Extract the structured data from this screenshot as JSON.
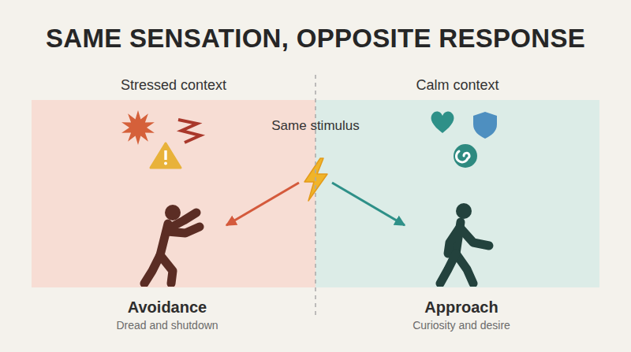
{
  "diagram": {
    "title": "SAME SENSATION, OPPOSITE RESPONSE",
    "nodes": [
      {
        "text": [
          "Stressed context"
        ]
      },
      {
        "text": [
          "Calm context"
        ]
      },
      {
        "text": [
          "Same stimulus"
        ]
      },
      {
        "text": [
          "Avoidance",
          "Dread and shutdown"
        ],
        "in": 0
      },
      {
        "text": [
          "Approach",
          "Curiosity and desire"
        ],
        "in": 1
      }
    ],
    "edges": [
      {
        "from": 2,
        "to": 3,
        "arrow": "to"
      },
      {
        "from": 2,
        "to": 4,
        "arrow": "to"
      }
    ]
  }
}
